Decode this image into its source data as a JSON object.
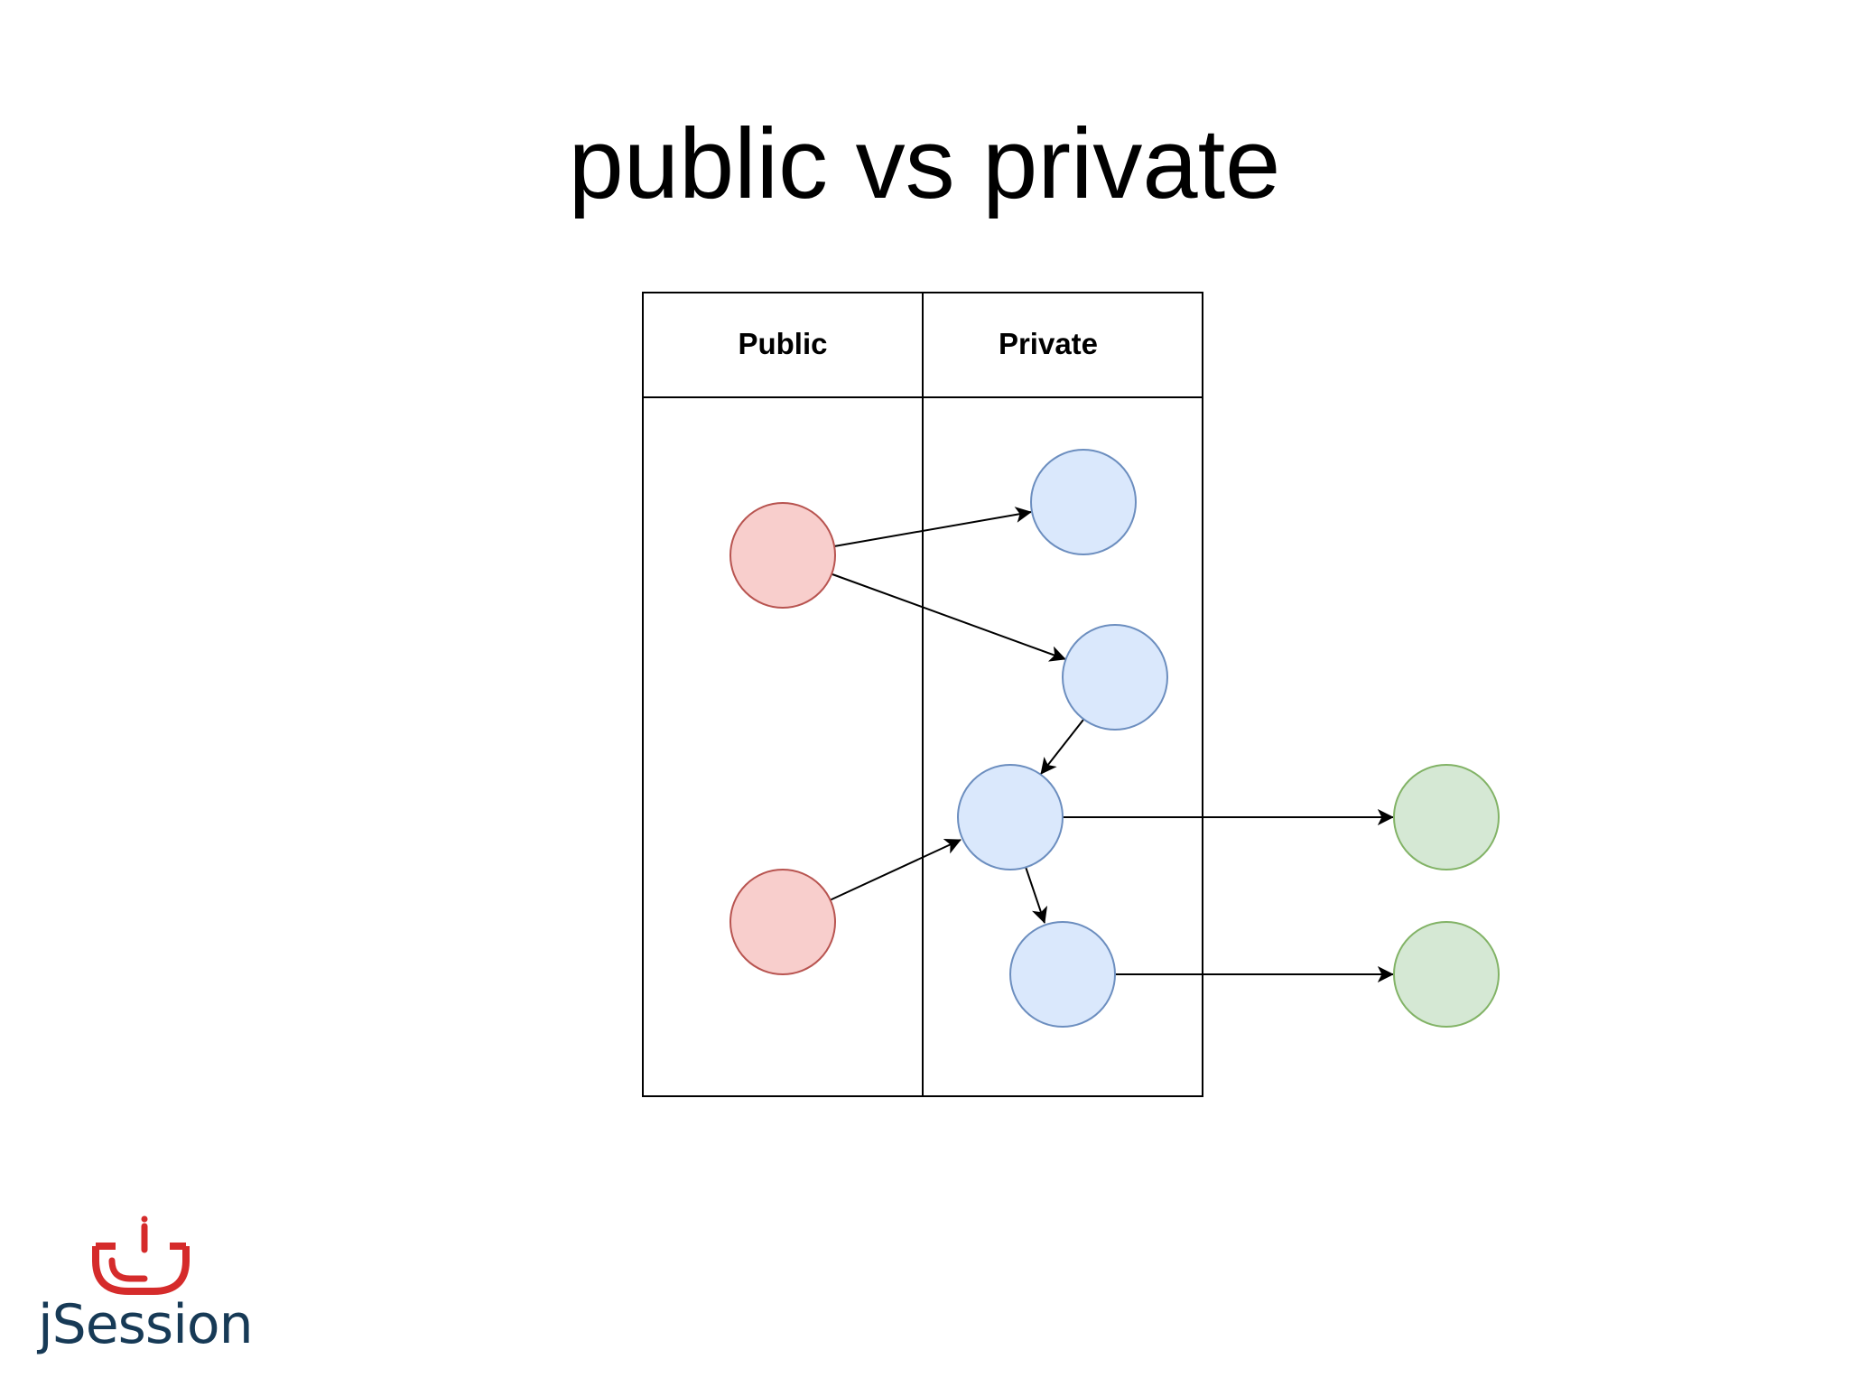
{
  "slide": {
    "title": "public vs private"
  },
  "diagram": {
    "columns": [
      {
        "label": "Public"
      },
      {
        "label": "Private"
      }
    ],
    "colors": {
      "public_fill": "#f8cecc",
      "public_stroke": "#b85450",
      "private_fill": "#dae8fc",
      "private_stroke": "#6c8ebf",
      "external_fill": "#d5e8d4",
      "external_stroke": "#82b366",
      "line": "#000000"
    }
  },
  "logo": {
    "text": "jSession",
    "icon": "cup-icon",
    "text_color": "#173a56",
    "icon_color": "#d52b2b"
  }
}
